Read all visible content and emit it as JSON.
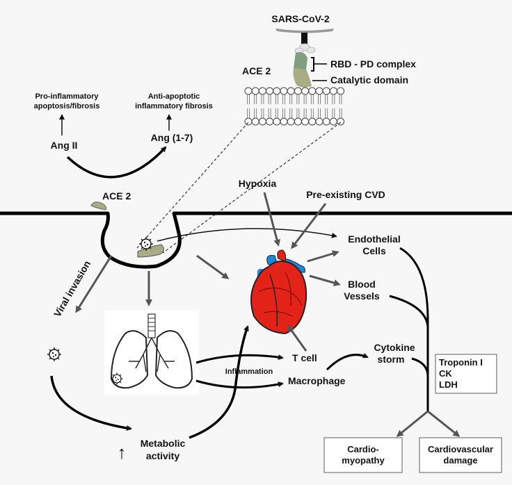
{
  "virus": "SARS-CoV-2",
  "receptor_top": "ACE 2",
  "rbd_complex": "RBD - PD complex",
  "catalytic_domain": "Catalytic domain",
  "pro_inflammatory_line1": "Pro-inflammatory",
  "pro_inflammatory_line2": "apoptosis/fibrosis",
  "anti_apoptotic_line1": "Anti-apoptotic",
  "anti_apoptotic_line2": "inflammatory fibrosis",
  "ang2": "Ang II",
  "ang17": "Ang (1-7)",
  "receptor_cell": "ACE 2",
  "hypoxia": "Hypoxia",
  "preexisting_cvd": "Pre-existing CVD",
  "endothelial_line1": "Endothelial",
  "endothelial_line2": "Cells",
  "blood_line1": "Blood",
  "blood_line2": "Vessels",
  "viral_invasion": "Viral invasion",
  "t_cell": "T cell",
  "macrophage": "Macrophage",
  "inflammation": "Inflammation",
  "cytokine_line1": "Cytokine",
  "cytokine_line2": "storm",
  "markers": [
    "Troponin I",
    "CK",
    "LDH"
  ],
  "metabolic_arrow": "↑",
  "metabolic_line1": "Metabolic",
  "metabolic_line2": "activity",
  "cardiomyopathy_line1": "Cardio-",
  "cardiomyopathy_line2": "myopathy",
  "cv_damage_line1": "Cardiovascular",
  "cv_damage_line2": "damage",
  "colors": {
    "heart_red": "#e32218",
    "vessel_blue": "#1e88d8",
    "ace2_olive": "#a9ac84",
    "rbd_green": "#7f9f7e",
    "arrow_gray": "#555555"
  }
}
